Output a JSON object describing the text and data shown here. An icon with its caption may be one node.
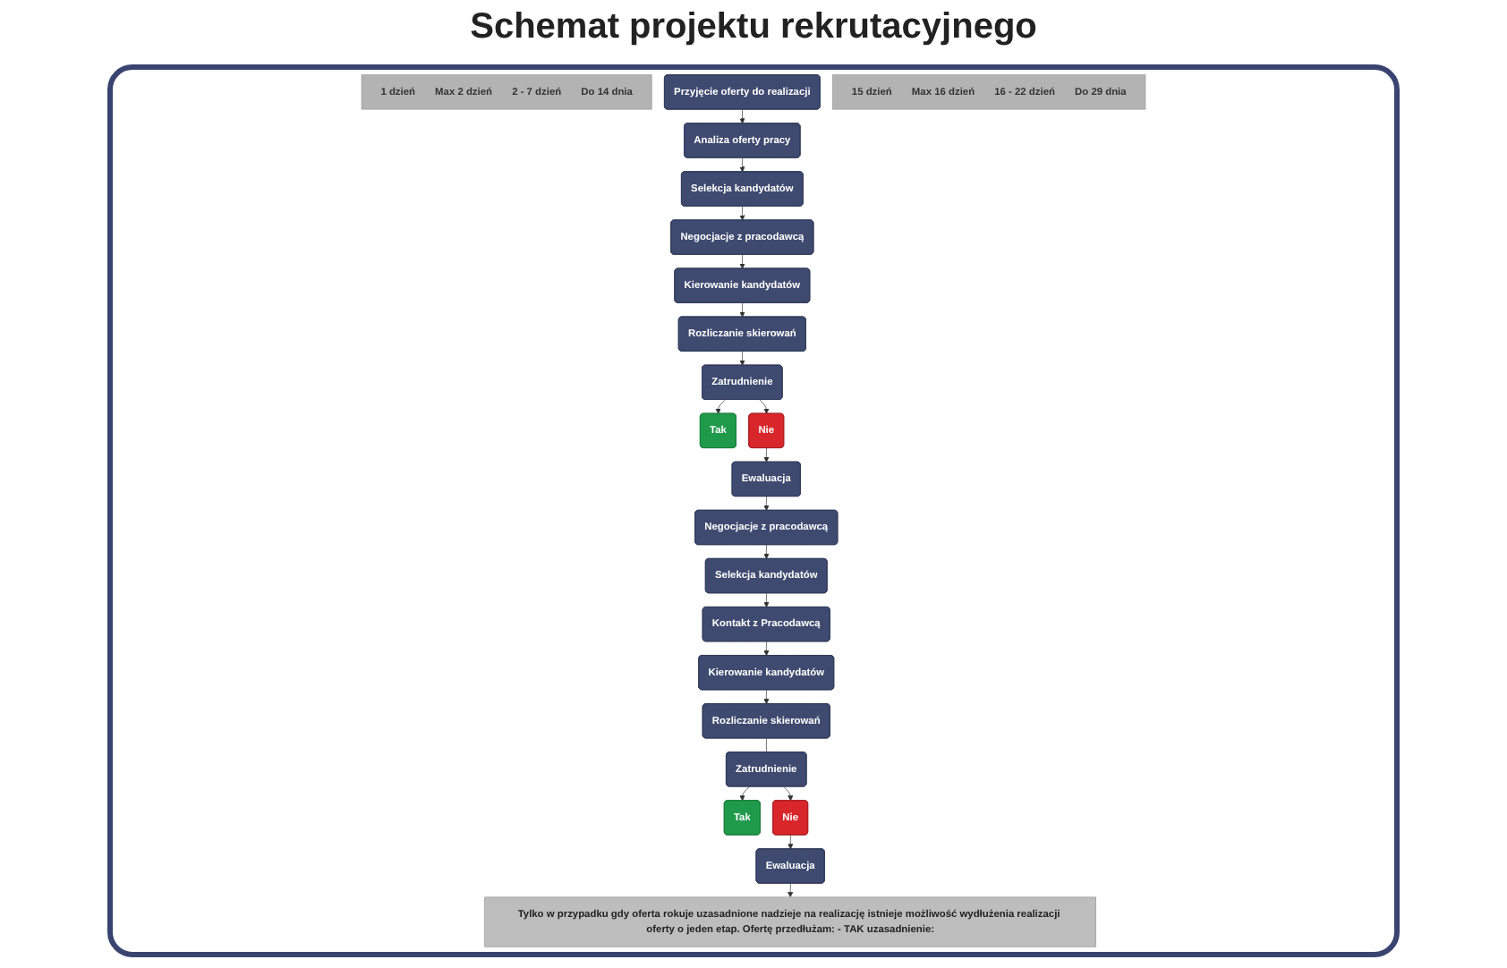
{
  "diagram": {
    "title": "Schemat projektu rekrutacyjnego",
    "nodes": [
      {
        "text": [
          "1 dzień",
          "Max 2 dzień",
          "2 - 7 dzień",
          "Do 14 dnia"
        ]
      },
      {
        "text": [
          "Przyjęcie oferty do realizacji"
        ]
      },
      {
        "text": [
          "Analiza oferty pracy"
        ]
      },
      {
        "text": [
          "Selekcja kandydatów"
        ]
      },
      {
        "text": [
          "Negocjacje z pracodawcą"
        ]
      },
      {
        "text": [
          "Kierowanie kandydatów"
        ]
      },
      {
        "text": [
          "Rozliczanie skierowań"
        ]
      },
      {
        "text": [
          "Zatrudnienie"
        ]
      },
      {
        "text": [
          "Tak"
        ]
      },
      {
        "text": [
          "Nie"
        ]
      },
      {
        "text": [
          "Ewaluacja"
        ]
      },
      {
        "text": [
          "15 dzień",
          "Max 16 dzień",
          "16 - 22 dzień",
          "Do 29 dnia"
        ]
      },
      {
        "text": [
          "Negocjacje z pracodawcą"
        ]
      },
      {
        "text": [
          "Selekcja kandydatów"
        ]
      },
      {
        "text": [
          "Kontakt z Pracodawcą"
        ]
      },
      {
        "text": [
          "Kierowanie kandydatów"
        ]
      },
      {
        "text": [
          "Rozliczanie skierowań"
        ]
      },
      {
        "text": [
          "Zatrudnienie"
        ]
      },
      {
        "text": [
          "Tak"
        ]
      },
      {
        "text": [
          "Nie"
        ]
      },
      {
        "text": [
          "Ewaluacja"
        ]
      },
      {
        "text": [
          "Tylko w przypadku gdy oferta rokuje uzasadnione nadzieje na realizację istnieje możliwość wydłużenia realizacji oferty o jeden etap. Ofertę przedłużam: - TAK uzasadnienie:"
        ]
      }
    ],
    "edges": [
      {
        "from": 1,
        "to": 2,
        "arrow": "to"
      },
      {
        "from": 2,
        "to": 3,
        "arrow": "to"
      },
      {
        "from": 3,
        "to": 4,
        "arrow": "to"
      },
      {
        "from": 4,
        "to": 5,
        "arrow": "to"
      },
      {
        "from": 5,
        "to": 6,
        "arrow": "to"
      },
      {
        "from": 6,
        "to": 7,
        "arrow": "to"
      },
      {
        "from": 7,
        "to": 8,
        "arrow": "to"
      },
      {
        "from": 7,
        "to": 9,
        "arrow": "to"
      },
      {
        "from": 9,
        "to": 10,
        "arrow": "to"
      },
      {
        "from": 10,
        "to": 12,
        "arrow": "to"
      },
      {
        "from": 12,
        "to": 13,
        "arrow": "to"
      },
      {
        "from": 13,
        "to": 14,
        "arrow": "to"
      },
      {
        "from": 14,
        "to": 15,
        "arrow": "to"
      },
      {
        "from": 15,
        "to": 16,
        "arrow": "to"
      },
      {
        "from": 16,
        "to": 17,
        "arrow": "none"
      },
      {
        "from": 17,
        "to": 18,
        "arrow": "to"
      },
      {
        "from": 17,
        "to": 19,
        "arrow": "to"
      },
      {
        "from": 19,
        "to": 20,
        "arrow": "to"
      },
      {
        "from": 20,
        "to": 21,
        "arrow": "to"
      }
    ]
  }
}
